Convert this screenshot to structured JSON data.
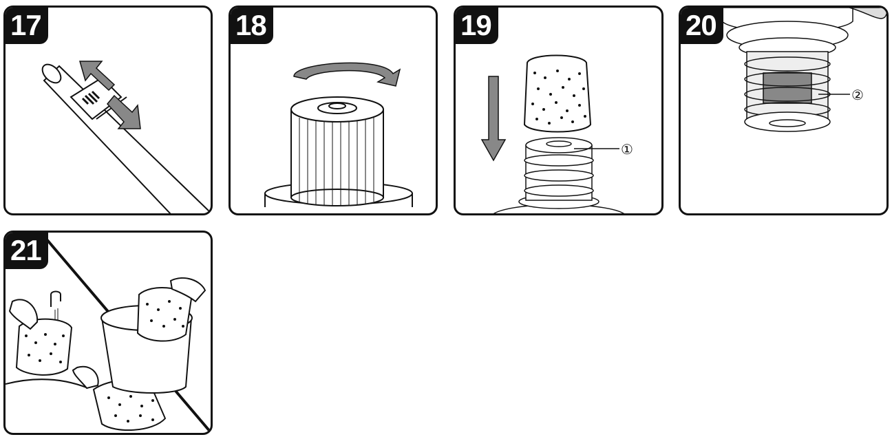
{
  "panels": [
    {
      "number": "17"
    },
    {
      "number": "18"
    },
    {
      "number": "19",
      "callout": "①"
    },
    {
      "number": "20",
      "callout": "②"
    },
    {
      "number": "21"
    }
  ]
}
